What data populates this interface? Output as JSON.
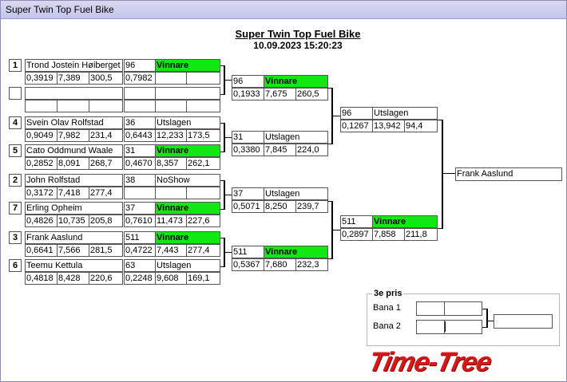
{
  "window": {
    "title": "Super Twin Top Fuel Bike"
  },
  "header": {
    "title": "Super Twin Top Fuel Bike",
    "datetime": "10.09.2023 15:20:23"
  },
  "round1": [
    {
      "seed": "1",
      "name": "Trond Jostein Høiberget",
      "rt": "0,3919",
      "et": "7,389",
      "speed": "300,5",
      "lane_num": "96",
      "result": "Vinnare",
      "lane_rt": "0,7982",
      "lane_et": "",
      "lane_speed": "",
      "win": true
    },
    {
      "seed": "",
      "name": "",
      "rt": "",
      "et": "",
      "speed": "",
      "lane_num": "",
      "result": "",
      "lane_rt": "",
      "lane_et": "",
      "lane_speed": "",
      "win": false
    },
    {
      "seed": "4",
      "name": "Svein Olav Rolfstad",
      "rt": "0,9049",
      "et": "7,982",
      "speed": "231,4",
      "lane_num": "36",
      "result": "Utslagen",
      "lane_rt": "0,6443",
      "lane_et": "12,233",
      "lane_speed": "173,5",
      "win": false
    },
    {
      "seed": "5",
      "name": "Cato Oddmund Waale",
      "rt": "0,2852",
      "et": "8,091",
      "speed": "268,7",
      "lane_num": "31",
      "result": "Vinnare",
      "lane_rt": "0,4670",
      "lane_et": "8,357",
      "lane_speed": "262,1",
      "win": true
    },
    {
      "seed": "2",
      "name": "John Rolfstad",
      "rt": "0,3172",
      "et": "7,418",
      "speed": "277,4",
      "lane_num": "38",
      "result": "NoShow",
      "lane_rt": "",
      "lane_et": "",
      "lane_speed": "",
      "win": false
    },
    {
      "seed": "7",
      "name": "Erling Opheim",
      "rt": "0,4826",
      "et": "10,735",
      "speed": "205,8",
      "lane_num": "37",
      "result": "Vinnare",
      "lane_rt": "0,7610",
      "lane_et": "11,473",
      "lane_speed": "227,6",
      "win": true
    },
    {
      "seed": "3",
      "name": "Frank Aaslund",
      "rt": "0,6641",
      "et": "7,566",
      "speed": "281,5",
      "lane_num": "511",
      "result": "Vinnare",
      "lane_rt": "0,4722",
      "lane_et": "7,443",
      "lane_speed": "277,4",
      "win": true
    },
    {
      "seed": "6",
      "name": "Teemu Kettula",
      "rt": "0,4818",
      "et": "8,428",
      "speed": "220,6",
      "lane_num": "63",
      "result": "Utslagen",
      "lane_rt": "0,2248",
      "lane_et": "9,608",
      "lane_speed": "169,1",
      "win": false
    }
  ],
  "round2": [
    {
      "num": "96",
      "result": "Vinnare",
      "rt": "0,1933",
      "et": "7,675",
      "speed": "260,5",
      "win": true
    },
    {
      "num": "31",
      "result": "Utslagen",
      "rt": "0,3380",
      "et": "7,845",
      "speed": "224,0",
      "win": false
    },
    {
      "num": "37",
      "result": "Utslagen",
      "rt": "0,5071",
      "et": "8,250",
      "speed": "239,7",
      "win": false
    },
    {
      "num": "511",
      "result": "Vinnare",
      "rt": "0,5367",
      "et": "7,680",
      "speed": "232,3",
      "win": true
    }
  ],
  "semis": [
    {
      "num": "96",
      "result": "Utslagen",
      "rt": "0,1267",
      "et": "13,942",
      "speed": "94,4",
      "win": false
    },
    {
      "num": "511",
      "result": "Vinnare",
      "rt": "0,2897",
      "et": "7,858",
      "speed": "211,8",
      "win": true
    }
  ],
  "final": {
    "winner": "Frank Aaslund"
  },
  "third_place": {
    "title": "3e pris",
    "lane1_label": "Bana 1",
    "lane2_label": "Bana 2"
  },
  "logo": {
    "text": "Time-Tree"
  },
  "colors": {
    "winner_green": "#11e811",
    "logo_red": "#d81818"
  }
}
